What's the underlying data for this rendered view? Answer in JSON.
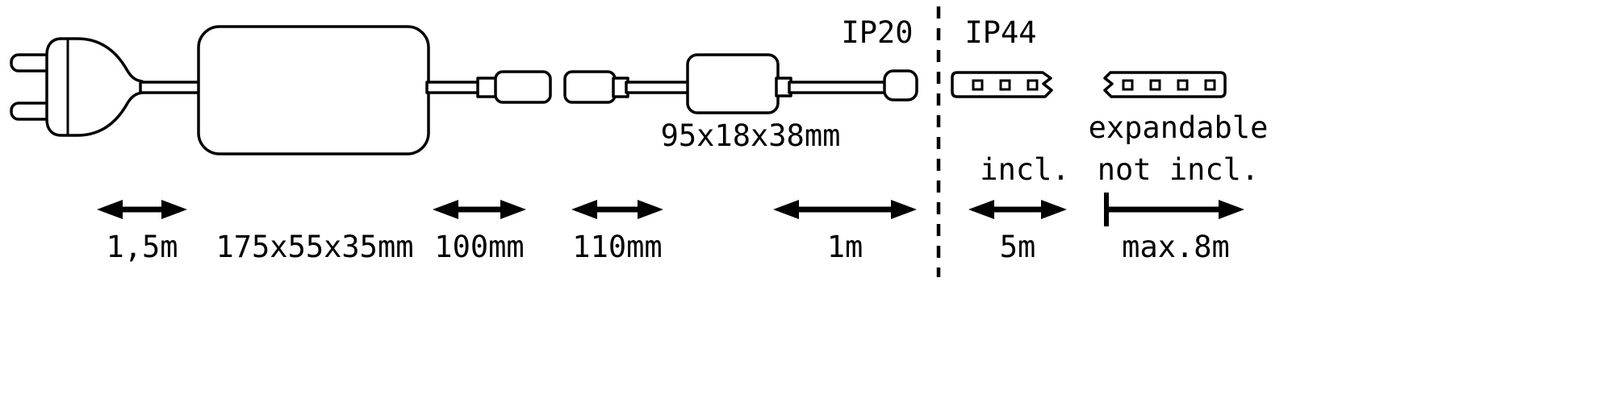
{
  "diagram": {
    "title_semantic": "LED strip set dimensions diagram",
    "labels": {
      "plug_cable_length": "1,5m",
      "power_supply_dimensions": "175x55x35mm",
      "connector_cable_1_length": "100mm",
      "connector_cable_2_length": "110mm",
      "controller_dimensions": "95x18x38mm",
      "controller_cable_length": "1m",
      "ip_rating_left": "IP20",
      "ip_rating_right": "IP44",
      "strip_included_length": "5m",
      "strip_included_note": "incl.",
      "strip_expandable_note_line1": "expandable",
      "strip_expandable_note_line2": "not incl.",
      "strip_max_length": "max.8m"
    },
    "colors": {
      "line": "#000000",
      "background": "#ffffff"
    }
  }
}
